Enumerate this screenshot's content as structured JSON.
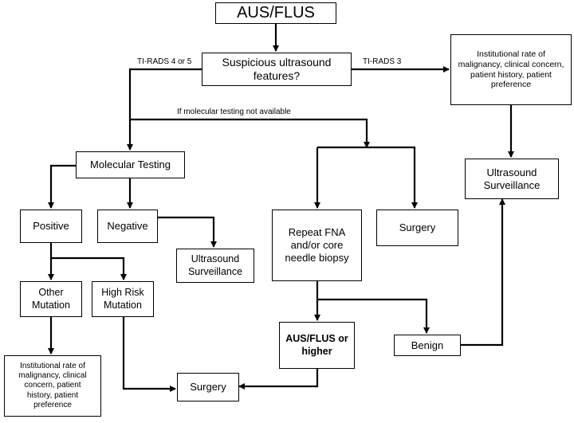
{
  "nodes": {
    "aus_flus": "AUS/FLUS",
    "suspicious": "Suspicious ultrasound\nfeatures?",
    "institutional_top": "Institutional rate of\nmalignancy, clinical concern,\npatient history, patient\npreference",
    "us_surveillance_right": "Ultrasound\nSurveillance",
    "molecular_testing": "Molecular Testing",
    "positive": "Positive",
    "negative": "Negative",
    "us_surveillance_mid": "Ultrasound\nSurveillance",
    "other_mutation": "Other\nMutation",
    "high_risk_mutation": "High Risk\nMutation",
    "institutional_bottom": "Institutional rate of\nmalignancy, clinical\nconcern, patient\nhistory, patient\npreference",
    "repeat_fna": "Repeat FNA\nand/or core\nneedle biopsy",
    "surgery_right": "Surgery",
    "aus_flus_higher": "AUS/FLUS or\nhigher",
    "benign": "Benign",
    "surgery_bottom": "Surgery"
  },
  "edge_labels": {
    "tirads45": "TI-RADS 4 or 5",
    "tirads3": "TI-RADS 3",
    "no_molecular": "If molecular testing not available"
  }
}
